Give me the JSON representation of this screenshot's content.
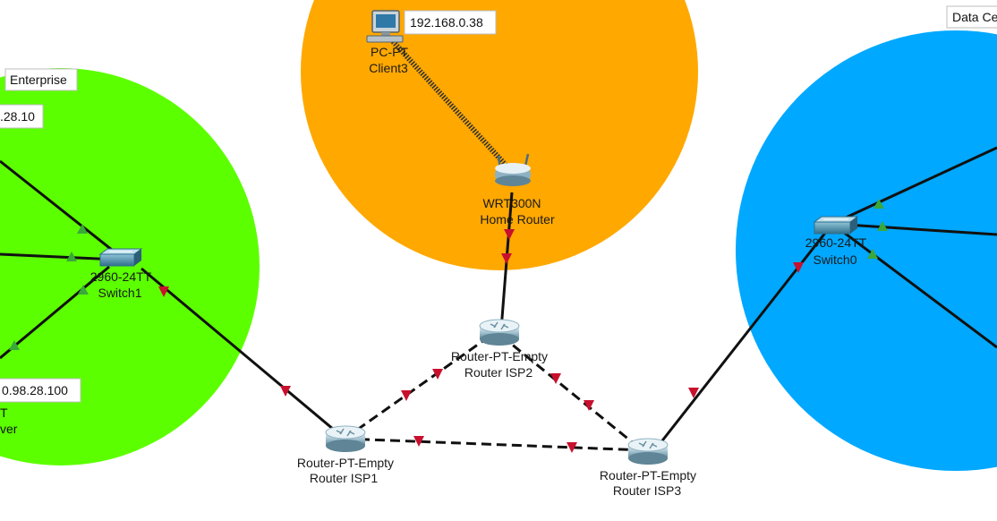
{
  "colors": {
    "enterprise_zone": "#5cff00",
    "home_zone": "#ffa800",
    "datacenter_zone": "#00a8ff",
    "link": "#111111",
    "link_down": "#c8102e",
    "link_up": "#3aa83a",
    "wireless": "#333333"
  },
  "zones": {
    "enterprise": "Enterprise",
    "datacenter": "Data Ce"
  },
  "ip_tags": {
    "client3": "192.168.0.38",
    "enterprise_top": ".28.10",
    "enterprise_bottom": "0.98.28.100"
  },
  "devices": {
    "client3": {
      "line1": "PC-PT",
      "line2": "Client3",
      "icon": "pc-icon"
    },
    "home_router": {
      "line1": "WRT300N",
      "line2": "Home Router",
      "icon": "wireless-router-icon"
    },
    "switch1": {
      "line1": "2960-24TT",
      "line2": "Switch1",
      "icon": "switch-icon"
    },
    "switch0": {
      "line1": "2960-24TT",
      "line2": "Switch0",
      "icon": "switch-icon"
    },
    "isp1": {
      "line1": "Router-PT-Empty",
      "line2": "Router ISP1",
      "icon": "router-icon"
    },
    "isp2": {
      "line1": "Router-PT-Empty",
      "line2": "Router ISP2",
      "icon": "router-icon"
    },
    "isp3": {
      "line1": "Router-PT-Empty",
      "line2": "Router ISP3",
      "icon": "router-icon"
    },
    "enterprise_server": {
      "line1": "T",
      "line2": "ver"
    }
  }
}
